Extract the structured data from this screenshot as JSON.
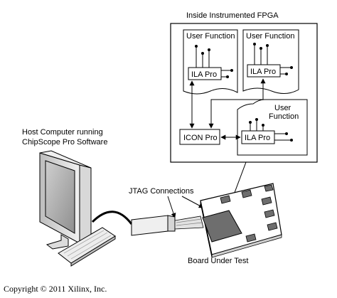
{
  "fpga": {
    "title": "Inside Instrumented FPGA",
    "user_function_label": "User Function",
    "user_function_3_line1": "User",
    "user_function_3_line2": "Function",
    "ila_pro_label": "ILA Pro",
    "icon_pro_label": "ICON Pro"
  },
  "host": {
    "caption_line1": "Host Computer running",
    "caption_line2": "ChipScope Pro Software"
  },
  "jtag": {
    "label": "JTAG Connections"
  },
  "board": {
    "label": "Board Under Test"
  },
  "footer": {
    "copyright": "Copyright © 2011 Xilinx, Inc."
  },
  "colors": {
    "line": "#000000",
    "chip_fill": "#6e6e6e",
    "pad_fill": "#6e6e6e",
    "monitor_frame": "#e9e9e9",
    "monitor_screen": "#a8a8a8"
  }
}
